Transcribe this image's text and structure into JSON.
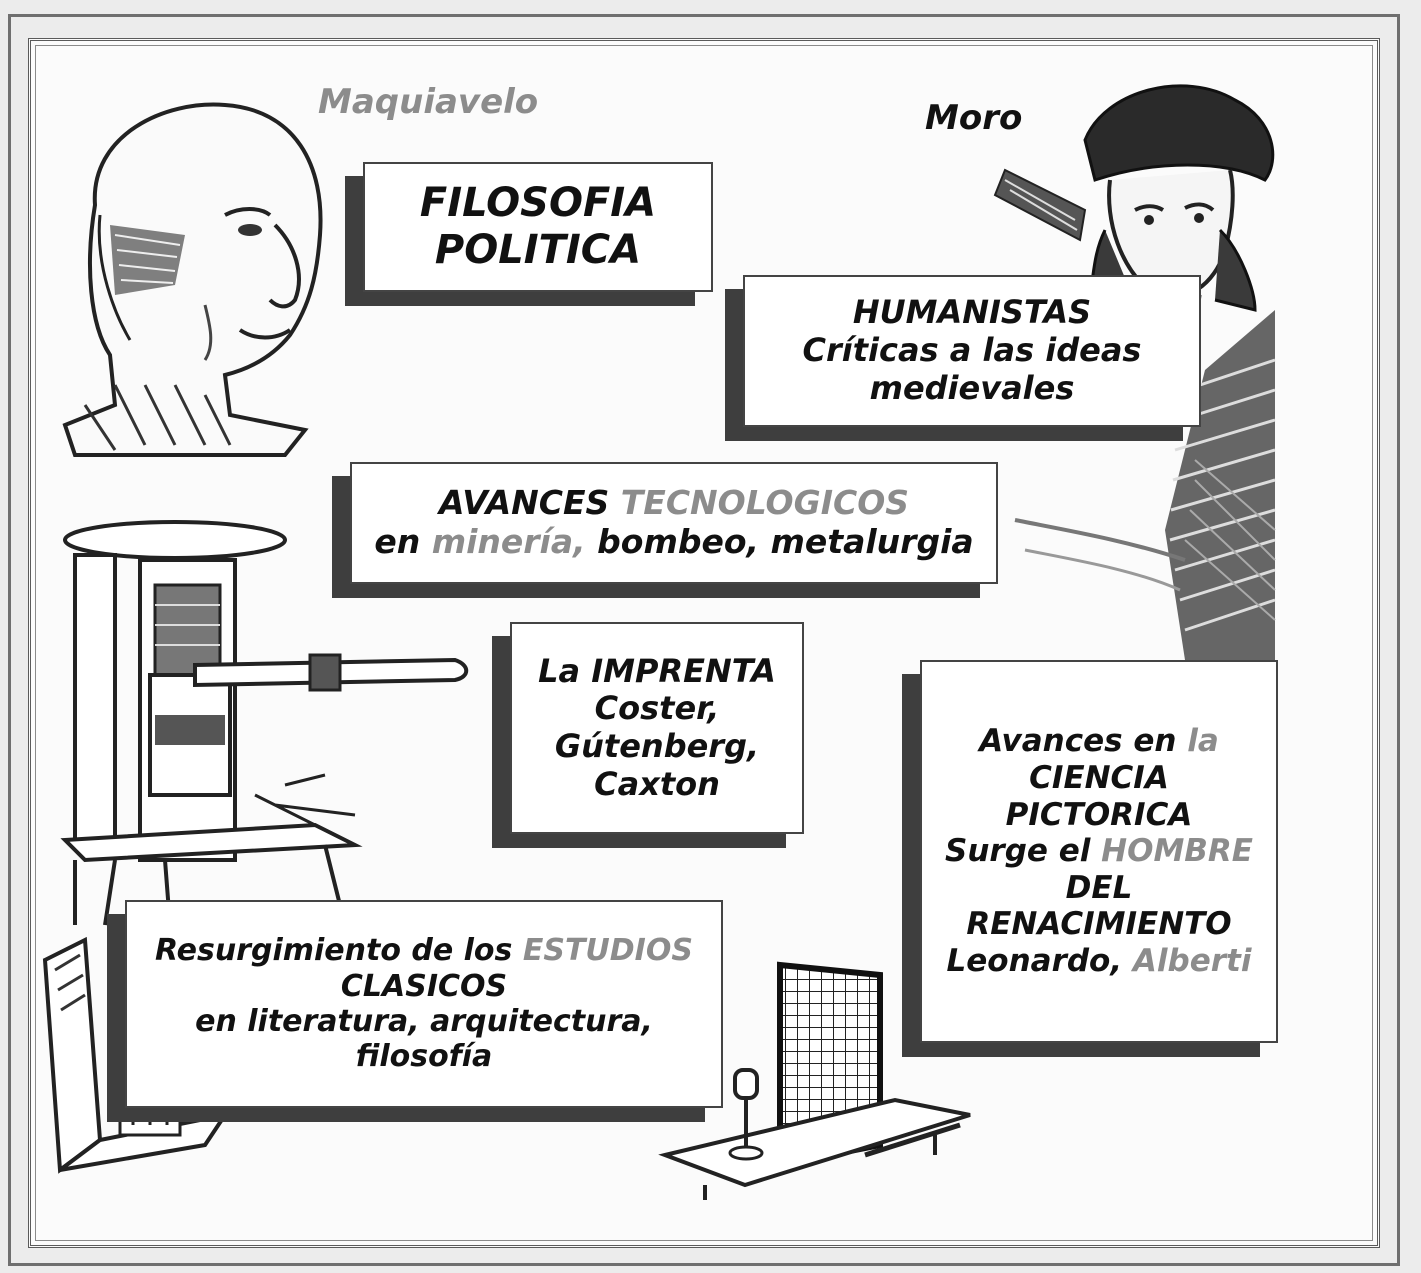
{
  "names": {
    "maquiavelo": "Maquiavelo",
    "moro": "Moro"
  },
  "boxes": {
    "filosofia": {
      "l1": "FILOSOFIA",
      "l2": "POLITICA"
    },
    "humanistas": {
      "l1": "HUMANISTAS",
      "l2": "Críticas a las ideas",
      "l3": "medievales"
    },
    "avances_tec": {
      "a": "AVANCES",
      "b": "TECNOLOGICOS",
      "c": "en",
      "d": "minería,",
      "e": "bombeo, metalurgia"
    },
    "imprenta": {
      "l1": "La IMPRENTA",
      "l2": "Coster,",
      "l3": "Gútenberg,",
      "l4": "Caxton"
    },
    "ciencia": {
      "a": "Avances en",
      "b": "la",
      "l2": "CIENCIA",
      "l3": "PICTORICA",
      "c": "Surge el",
      "d": "HOMBRE",
      "l5": "DEL",
      "l6": "RENACIMIENTO",
      "e": "Leonardo,",
      "f": "Alberti"
    },
    "clasicos": {
      "a": "Resurgimiento de los",
      "b": "ESTUDIOS",
      "l2": "CLASICOS",
      "l3": "en literatura, arquitectura,",
      "l4": "filosofía"
    }
  },
  "colors": {
    "ink": "#111111",
    "accent_grey": "#8c8c8c",
    "shadow": "#3e3e3e"
  }
}
